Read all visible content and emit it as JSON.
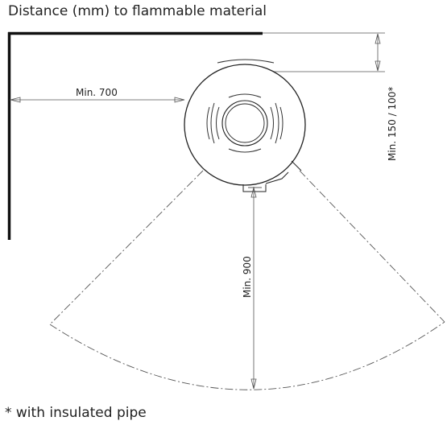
{
  "title": "Distance (mm) to flammable material",
  "footnote": "* with insulated pipe",
  "dimensions": {
    "side": "Min. 700",
    "rear": "Min. 150 / 100*",
    "front": "Min. 900"
  }
}
